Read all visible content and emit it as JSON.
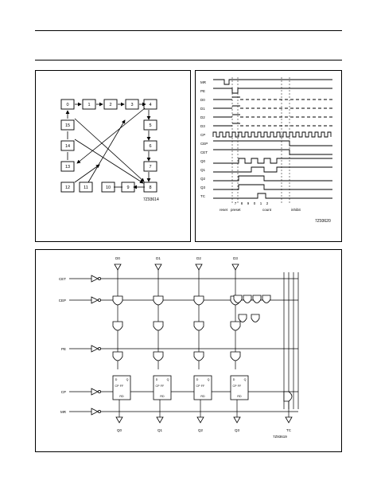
{
  "state_diagram": {
    "states": [
      "0",
      "1",
      "2",
      "3",
      "4",
      "5",
      "6",
      "7",
      "8",
      "9",
      "10",
      "11",
      "12",
      "13",
      "14",
      "15"
    ],
    "figure_code": "7Z93614"
  },
  "timing_diagram": {
    "signals": [
      "MR",
      "PE",
      "D0",
      "D1",
      "D2",
      "D3",
      "CP",
      "CEP",
      "CET",
      "Q0",
      "Q1",
      "Q2",
      "Q3",
      "TC"
    ],
    "count_values": [
      "7",
      "8",
      "9",
      "0",
      "1",
      "2"
    ],
    "phase_labels": {
      "reset": "reset",
      "preset": "preset",
      "count": "count",
      "inhibit": "inhibit"
    },
    "figure_code": "7Z93620"
  },
  "logic_diagram": {
    "inputs": [
      "CET",
      "CEP",
      "PE",
      "CP",
      "MR"
    ],
    "data_inputs": [
      "D0",
      "D1",
      "D2",
      "D3"
    ],
    "outputs": [
      "Q0",
      "Q1",
      "Q2",
      "Q3",
      "TC"
    ],
    "ff_labels": {
      "d": "D",
      "cp": "CP",
      "ff": "FF",
      "q": "Q",
      "rd": "RD"
    },
    "figure_code": "7Z93619"
  }
}
